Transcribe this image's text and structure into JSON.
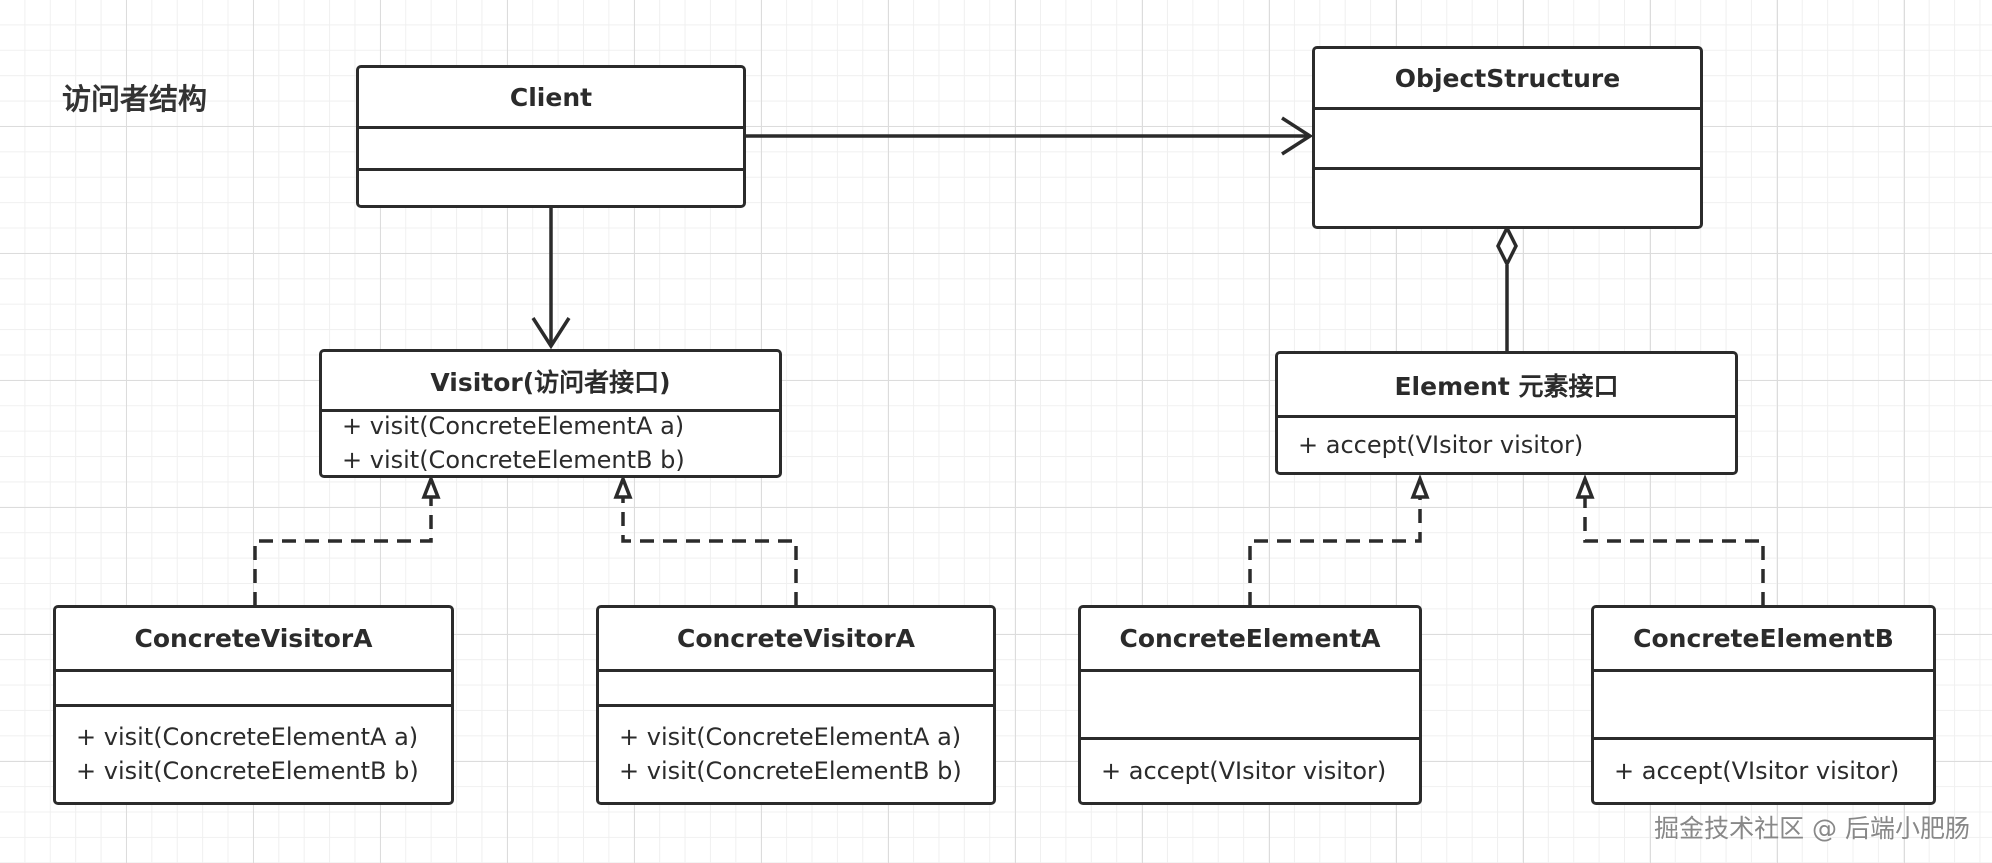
{
  "title": "访问者结构",
  "classes": {
    "client": {
      "name": "Client",
      "methods": []
    },
    "object_structure": {
      "name": "ObjectStructure",
      "methods": []
    },
    "visitor": {
      "name": "Visitor(访问者接口)",
      "methods": [
        "+ visit(ConcreteElementA a)",
        "+ visit(ConcreteElementB b)"
      ]
    },
    "element": {
      "name": "Element 元素接口",
      "methods": [
        "+ accept(VIsitor visitor)"
      ]
    },
    "concrete_visitor_1": {
      "name": "ConcreteVisitorA",
      "methods": [
        "+ visit(ConcreteElementA a)",
        "+ visit(ConcreteElementB b)"
      ]
    },
    "concrete_visitor_2": {
      "name": "ConcreteVisitorA",
      "methods": [
        "+ visit(ConcreteElementA a)",
        "+ visit(ConcreteElementB b)"
      ]
    },
    "concrete_element_a": {
      "name": "ConcreteElementA",
      "methods": [
        "+ accept(VIsitor visitor)"
      ]
    },
    "concrete_element_b": {
      "name": "ConcreteElementB",
      "methods": [
        "+ accept(VIsitor visitor)"
      ]
    }
  },
  "relationships": [
    {
      "from": "Client",
      "to": "ObjectStructure",
      "kind": "association"
    },
    {
      "from": "Client",
      "to": "Visitor(访问者接口)",
      "kind": "association"
    },
    {
      "from": "ObjectStructure",
      "to": "Element 元素接口",
      "kind": "aggregation"
    },
    {
      "from": "ConcreteVisitorA",
      "to": "Visitor(访问者接口)",
      "kind": "realization"
    },
    {
      "from": "ConcreteVisitorA",
      "to": "Visitor(访问者接口)",
      "kind": "realization"
    },
    {
      "from": "ConcreteElementA",
      "to": "Element 元素接口",
      "kind": "realization"
    },
    {
      "from": "ConcreteElementB",
      "to": "Element 元素接口",
      "kind": "realization"
    }
  ],
  "watermark": "掘金技术社区 @ 后端小肥肠",
  "line_color": "#2b2b2b"
}
